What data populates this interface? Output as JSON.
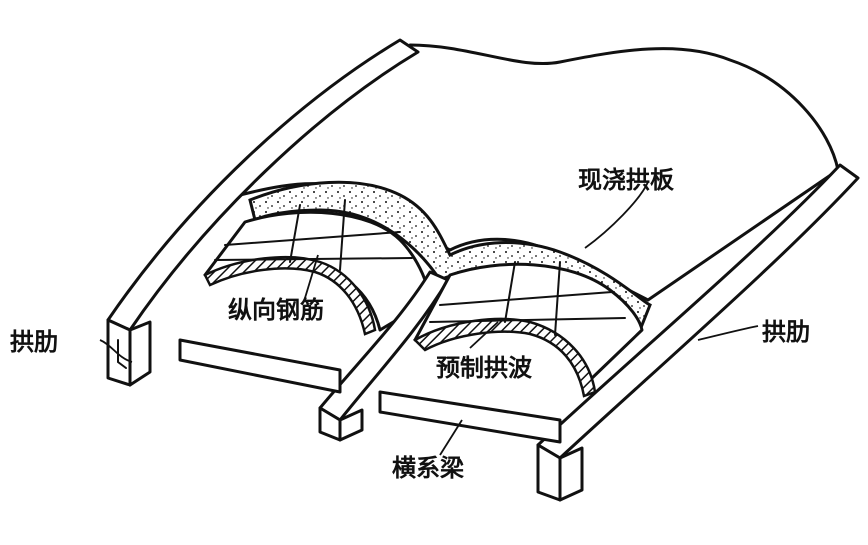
{
  "labels": {
    "cast_slab": "现浇拱板",
    "arch_rib_left": "拱肋",
    "arch_rib_right": "拱肋",
    "longitudinal_rebar": "纵向钢筋",
    "precast_wave": "预制拱波",
    "cross_beam": "横系梁"
  }
}
